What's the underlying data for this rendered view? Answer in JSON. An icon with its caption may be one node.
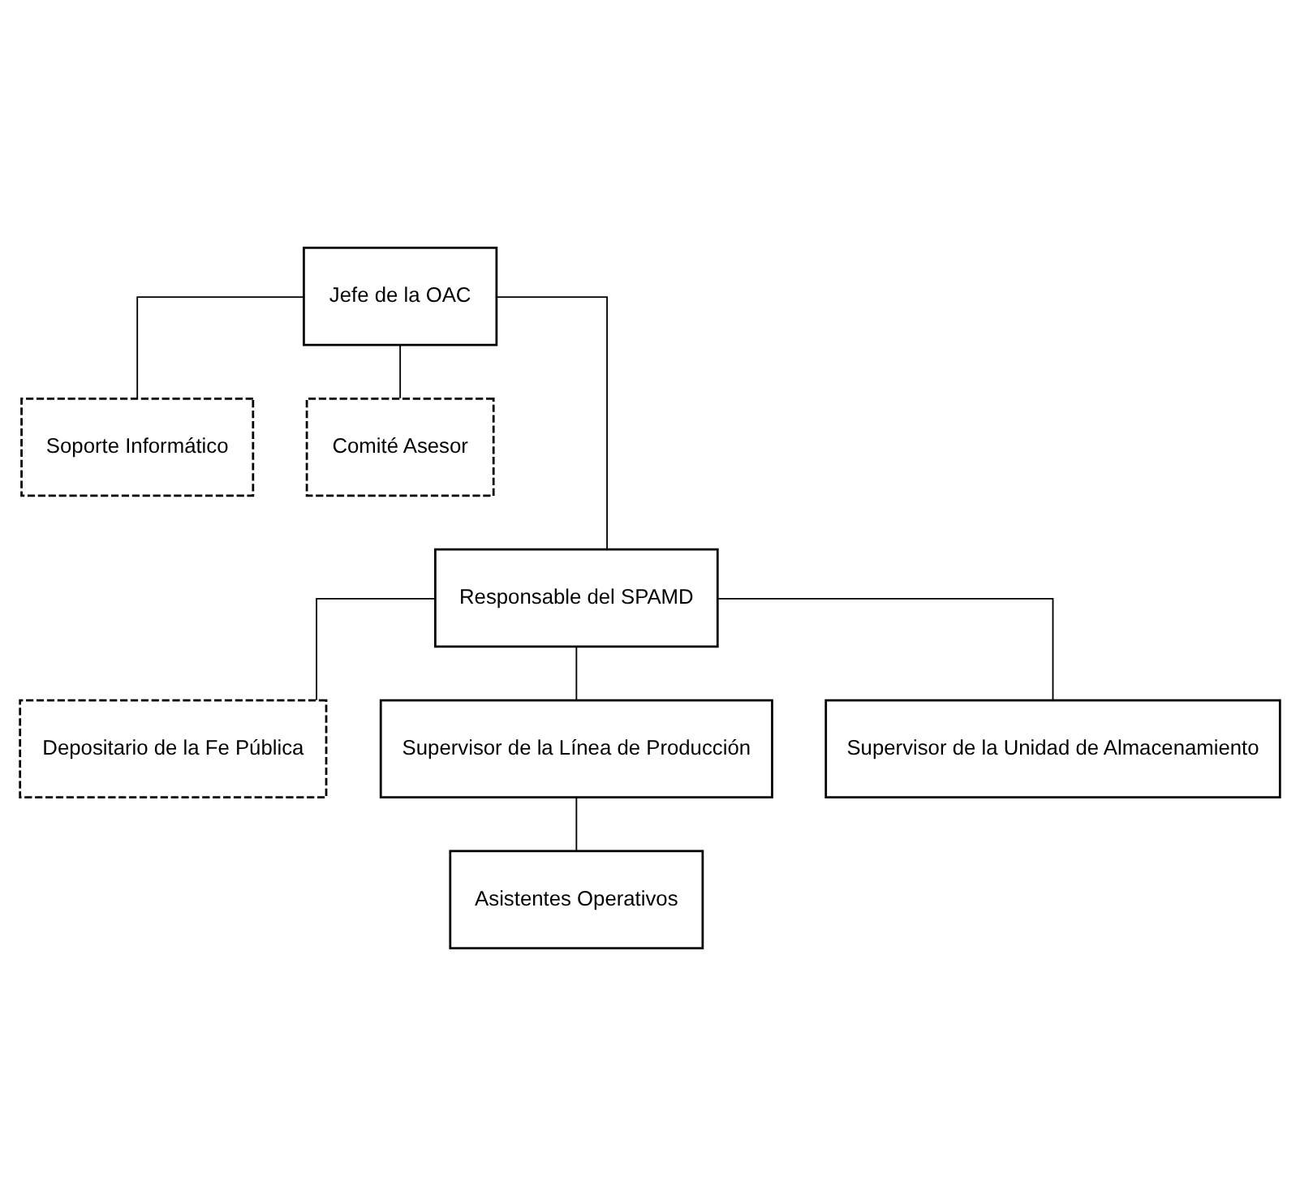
{
  "diagram": {
    "nodes": [
      {
        "text": [
          "Jefe de la OAC"
        ]
      },
      {
        "text": [
          "Soporte Informático"
        ]
      },
      {
        "text": [
          "Comité Asesor"
        ]
      },
      {
        "text": [
          "Responsable del SPAMD"
        ]
      },
      {
        "text": [
          "Depositario de la Fe Pública"
        ]
      },
      {
        "text": [
          "Supervisor de la Línea de Producción"
        ]
      },
      {
        "text": [
          "Supervisor de la Unidad de Almacenamiento"
        ]
      },
      {
        "text": [
          "Asistentes Operativos"
        ]
      }
    ],
    "edges": [
      {
        "from": 0,
        "to": 3,
        "arrow": "none"
      },
      {
        "from": 0,
        "to": 1,
        "arrow": "none"
      },
      {
        "from": 0,
        "to": 2,
        "arrow": "none"
      },
      {
        "from": 3,
        "to": 4,
        "arrow": "none"
      },
      {
        "from": 3,
        "to": 5,
        "arrow": "none"
      },
      {
        "from": 3,
        "to": 6,
        "arrow": "none"
      },
      {
        "from": 5,
        "to": 7,
        "arrow": "none"
      }
    ]
  }
}
